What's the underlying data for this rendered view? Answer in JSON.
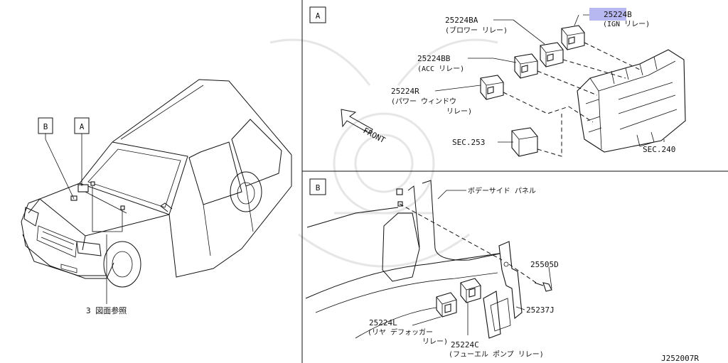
{
  "diagram": {
    "callouts": {
      "car_b": "B",
      "car_a": "A",
      "ref_note": "3 図面参照",
      "panel_a": "A",
      "panel_b": "B",
      "figure_id": "J252007R"
    },
    "panel_a": {
      "p_25224B": {
        "code": "25224B",
        "desc": "(IGN リレー)"
      },
      "p_25224BA": {
        "code": "25224BA",
        "desc": "(ブロワー リレー)"
      },
      "p_25224BB": {
        "code": "25224BB",
        "desc": "(ACC リレー)"
      },
      "p_25224R": {
        "code": "25224R",
        "desc1": "(パワー ウィンドウ",
        "desc2": "リレー)"
      },
      "front": "FRONT",
      "sec253": "SEC.253",
      "sec240": "SEC.240"
    },
    "panel_b": {
      "body_panel": "ボデーサイド パネル",
      "p_25505D": "25505D",
      "p_25237J": "25237J",
      "p_25224L": {
        "code": "25224L",
        "desc1": "(リヤ デフォッガー",
        "desc2": "リレー)"
      },
      "p_25224C": {
        "code": "25224C",
        "desc": "(フューエル ポンプ リレー)"
      }
    },
    "highlight_color": "#b8b8f0"
  }
}
